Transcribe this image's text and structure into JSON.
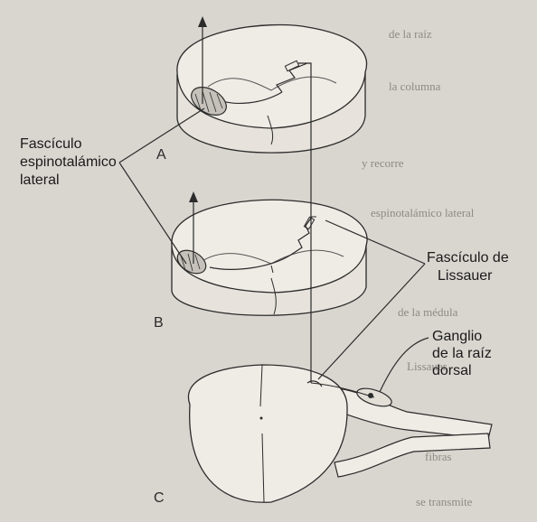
{
  "labels": {
    "tract_line1": "Fascículo",
    "tract_line2": "espinotalámico",
    "tract_line3": "lateral",
    "lissauer_line1": "Fascículo de",
    "lissauer_line2": "Lissauer",
    "ganglion_line1": "Ganglio",
    "ganglion_line2": "de la raíz",
    "ganglion_line3": "dorsal"
  },
  "panels": {
    "a": "A",
    "b": "B",
    "c": "C"
  },
  "background_text": [
    "de la raíz",
    "la columna",
    "y recorre",
    "espinotalámico lateral",
    "de la médula",
    "Lissauer",
    "fibras",
    "se transmite"
  ],
  "colors": {
    "paper": "#d9d6d0",
    "section_fill": "#ede9e3",
    "ink": "#2b2b2b"
  }
}
